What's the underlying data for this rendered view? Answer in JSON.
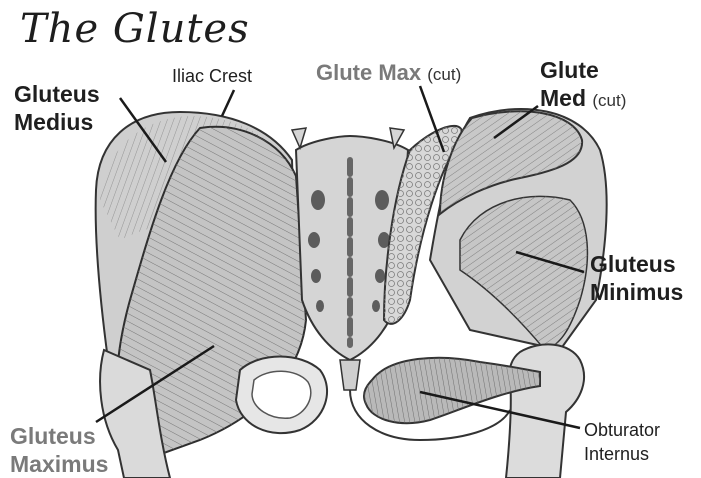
{
  "title": "The Glutes",
  "labels": {
    "gluteus_medius_line1": "Gluteus",
    "gluteus_medius_line2": "Medius",
    "iliac_crest": "Iliac Crest",
    "glute_max_cut_main": "Glute Max",
    "glute_max_cut_suffix": "(cut)",
    "glute_med_cut_line1": "Glute",
    "glute_med_cut_line2": "Med",
    "glute_med_cut_suffix": "(cut)",
    "gluteus_minimus_line1": "Gluteus",
    "gluteus_minimus_line2": "Minimus",
    "gluteus_maximus_line1": "Gluteus",
    "gluteus_maximus_line2": "Maximus",
    "obturator_internus_line1": "Obturator",
    "obturator_internus_line2": "Internus"
  },
  "colors": {
    "label_dark": "#1f1f1f",
    "label_grey": "#7a7a7a",
    "bone": "#d9d9d9",
    "muscle": "#bdbdbd",
    "outline": "#333333"
  }
}
